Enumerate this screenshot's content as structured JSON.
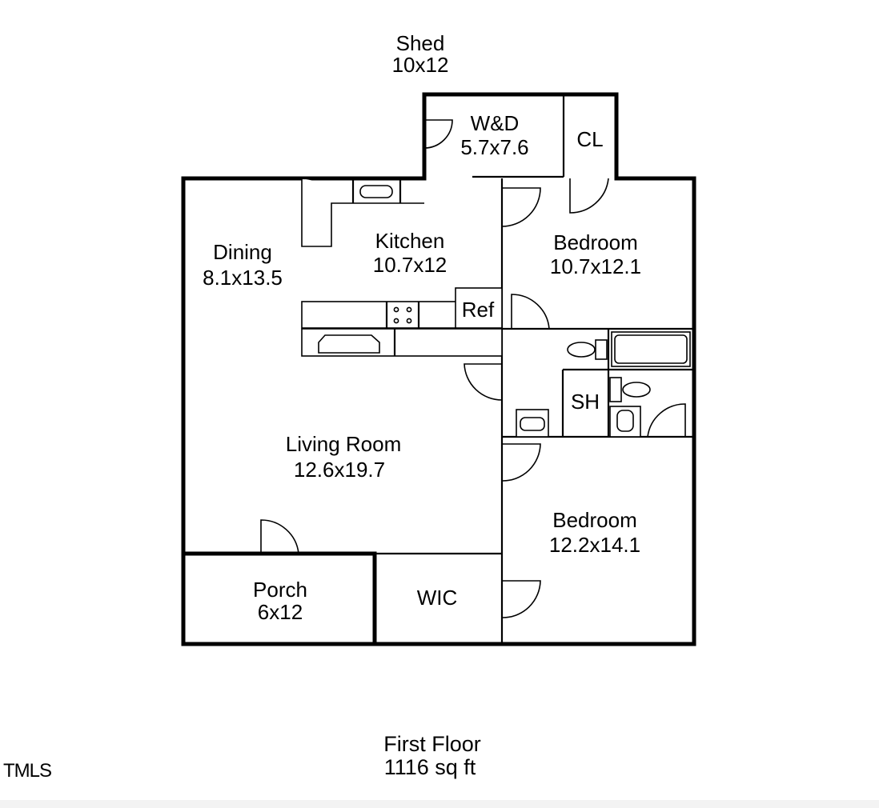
{
  "plan": {
    "floor_title": "First Floor",
    "floor_area": "1116 sq ft",
    "watermark": "TMLS"
  },
  "rooms": {
    "shed": {
      "name": "Shed",
      "dim": "10x12"
    },
    "wd": {
      "name": "W&D",
      "dim": "5.7x7.6"
    },
    "cl": {
      "name": "CL"
    },
    "dining": {
      "name": "Dining",
      "dim": "8.1x13.5"
    },
    "kitchen": {
      "name": "Kitchen",
      "dim": "10.7x12"
    },
    "bedroom1": {
      "name": "Bedroom",
      "dim": "10.7x12.1"
    },
    "ref": {
      "name": "Ref"
    },
    "sh": {
      "name": "SH"
    },
    "living": {
      "name": "Living Room",
      "dim": "12.6x19.7"
    },
    "bedroom2": {
      "name": "Bedroom",
      "dim": "12.2x14.1"
    },
    "porch": {
      "name": "Porch",
      "dim": "6x12"
    },
    "wic": {
      "name": "WIC"
    }
  }
}
